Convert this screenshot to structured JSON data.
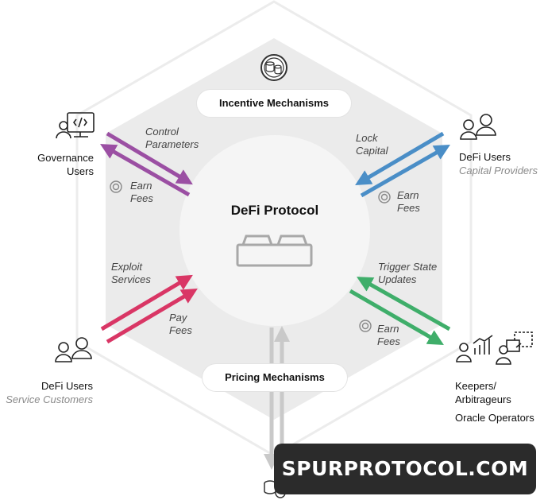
{
  "center": {
    "title": "DeFi Protocol"
  },
  "pills": {
    "top": "Incentive Mechanisms",
    "bottom": "Pricing Mechanisms"
  },
  "actors": {
    "governance": {
      "line1": "Governance",
      "line2": "Users"
    },
    "capital": {
      "title": "DeFi Users",
      "subtitle": "Capital Providers"
    },
    "service": {
      "title": "DeFi Users",
      "subtitle": "Service Customers"
    },
    "keepers": {
      "line1": "Keepers/",
      "line2": "Arbitrageurs",
      "line3": "Oracle Operators"
    }
  },
  "flows": {
    "control": {
      "line1": "Control",
      "line2": "Parameters"
    },
    "gov_fees": {
      "line1": "Earn",
      "line2": "Fees"
    },
    "lock": {
      "line1": "Lock",
      "line2": "Capital"
    },
    "cap_fees": {
      "line1": "Earn",
      "line2": "Fees"
    },
    "exploit": {
      "line1": "Exploit",
      "line2": "Services"
    },
    "pay": {
      "line1": "Pay",
      "line2": "Fees"
    },
    "trigger": {
      "line1": "Trigger State",
      "line2": "Updates"
    },
    "keeper_fees": {
      "line1": "Earn",
      "line2": "Fees"
    }
  },
  "watermark": "SPURPROTOCOL.COM",
  "colors": {
    "governance_arrow": "#9b4fa3",
    "capital_arrow": "#4a8ec7",
    "service_arrow": "#d93665",
    "keeper_arrow": "#3fae6a",
    "pricing_arrow": "#c9c9c9",
    "hexagon_fill": "#ebebeb"
  },
  "icons": [
    "coins-stack-icon",
    "developer-monitor-icon",
    "users-icon",
    "coin-icon",
    "chart-growth-icon",
    "oracle-feed-icon",
    "protocol-block-icon"
  ]
}
